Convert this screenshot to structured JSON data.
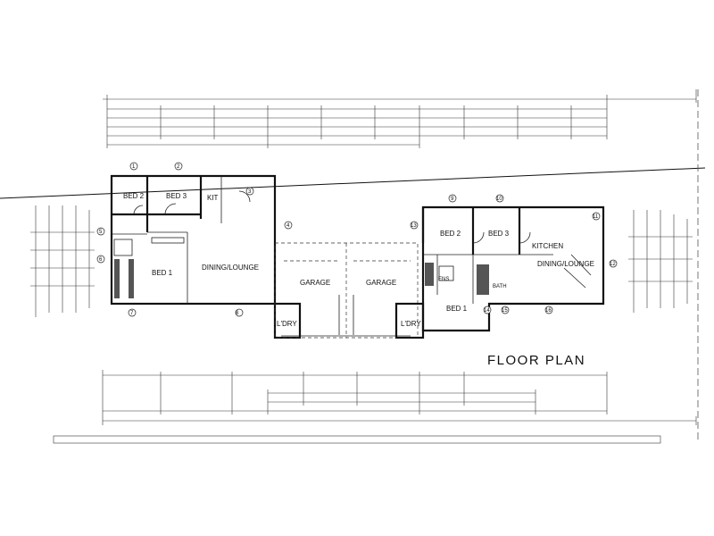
{
  "drawing": {
    "title": "FLOOR PLAN",
    "units_left": {
      "bed2": "BED 2",
      "bed3": "BED 3",
      "kitchen": "KIT",
      "bed1": "BED 1",
      "dining": "DINING/LOUNGE",
      "laundry": "L'DRY"
    },
    "units_right": {
      "bed2": "BED 2",
      "bed3": "BED 3",
      "kitchen": "KITCHEN",
      "bed1": "BED 1",
      "dining": "DINING/LOUNGE",
      "laundry": "L'DRY",
      "ens": "ENS",
      "bath": "BATH"
    },
    "garages": [
      {
        "label": "GARAGE"
      },
      {
        "label": "GARAGE"
      }
    ],
    "grid_markers": [
      "1",
      "2",
      "3",
      "4",
      "5",
      "6",
      "7",
      "8",
      "9",
      "10",
      "11",
      "12",
      "13",
      "14",
      "15",
      "16"
    ]
  }
}
